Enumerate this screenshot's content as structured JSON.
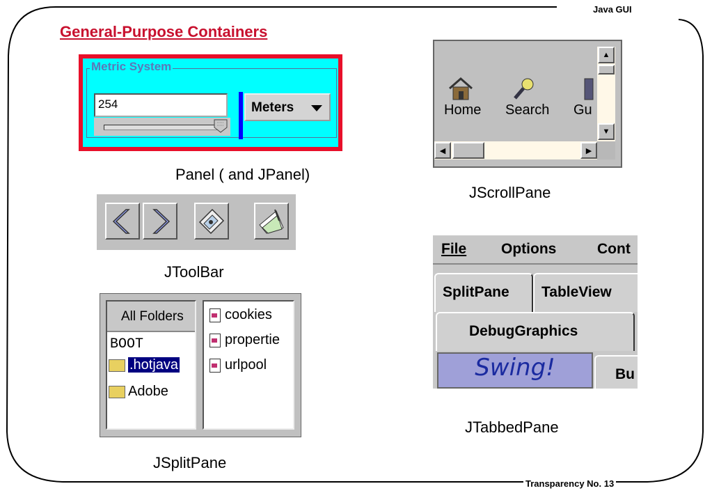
{
  "header": {
    "label": "Java GUI"
  },
  "footer": {
    "label": "Transparency No. 13"
  },
  "title": "General-Purpose Containers",
  "panel_example": {
    "caption": "Panel ( and JPanel)",
    "legend": "Metric System",
    "input_value": "254",
    "combo_label": "Meters",
    "colors": {
      "border": "#e8102a",
      "background": "#00ffff",
      "divider": "#0000ff"
    }
  },
  "toolbar_example": {
    "caption": "JToolBar",
    "icons": [
      "chevron-left-icon",
      "chevron-right-icon",
      "window-icon",
      "documents-icon"
    ]
  },
  "splitpane_example": {
    "caption": "JSplitPane",
    "left_header": "All Folders",
    "tree": [
      {
        "label": "BOOT",
        "icon": "none"
      },
      {
        "label": ".hotjava",
        "icon": "folder-open-icon",
        "selected": true
      },
      {
        "label": "Adobe",
        "icon": "folder-icon"
      }
    ],
    "files": [
      "cookies",
      "propertie",
      "urlpool"
    ]
  },
  "scrollpane_example": {
    "caption": "JScrollPane",
    "icons": [
      {
        "label": "Home",
        "icon": "home-icon"
      },
      {
        "label": "Search",
        "icon": "search-icon"
      },
      {
        "label": "Gu",
        "icon": "guide-icon"
      }
    ]
  },
  "tabbedpane_example": {
    "caption": "JTabbedPane",
    "menu": [
      "File",
      "Options",
      "Cont"
    ],
    "tabs_row1": [
      "SplitPane",
      "TableView"
    ],
    "tabs_row2": [
      "DebugGraphics"
    ],
    "tabs_row3": [
      "Swing!",
      "Bu"
    ]
  }
}
